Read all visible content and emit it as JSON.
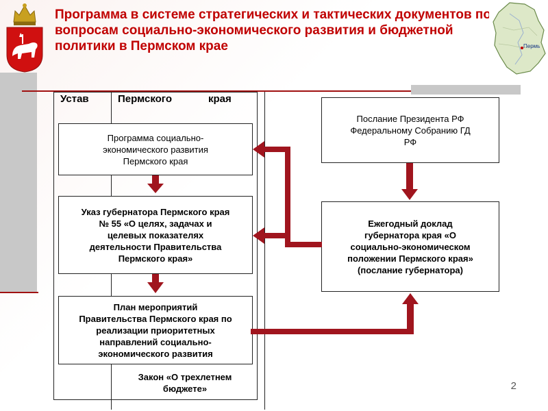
{
  "header": {
    "title": "Программа в системе стратегических и тактических документов по вопросам социально-экономического развития и бюджетной политики в Пермском крае"
  },
  "left_column": {
    "heading_parts": [
      "Устав",
      "Пермского",
      "края"
    ],
    "boxes": [
      {
        "text": "Программа социально-\nэкономического развития\nПермского края"
      },
      {
        "text": "Указ губернатора Пермского края\n№ 55 «О целях, задачах и\nцелевых показателях\nдеятельности Правительства\nПермского края»"
      },
      {
        "text": "План мероприятий\nПравительства Пермского края по\nреализации приоритетных\nнаправлений социально-\nэкономического развития"
      }
    ],
    "budget_law": "Закон «О трехлетнем\nбюджете»"
  },
  "right_column": {
    "boxes": [
      {
        "text": "Послание Президента РФ\nФедеральному Собранию ГД\nРФ"
      },
      {
        "text": "Ежегодный доклад\nгубернатора края «О\nсоциально-экономическом\nположении Пермского края»\n(послание губернатора)"
      }
    ]
  },
  "map": {
    "city_label": "Пермь"
  },
  "footer": {
    "page_number": "2"
  },
  "colors": {
    "accent": "#c00000",
    "arrow": "#a0151e",
    "gray_bar": "#c8c8c8"
  }
}
